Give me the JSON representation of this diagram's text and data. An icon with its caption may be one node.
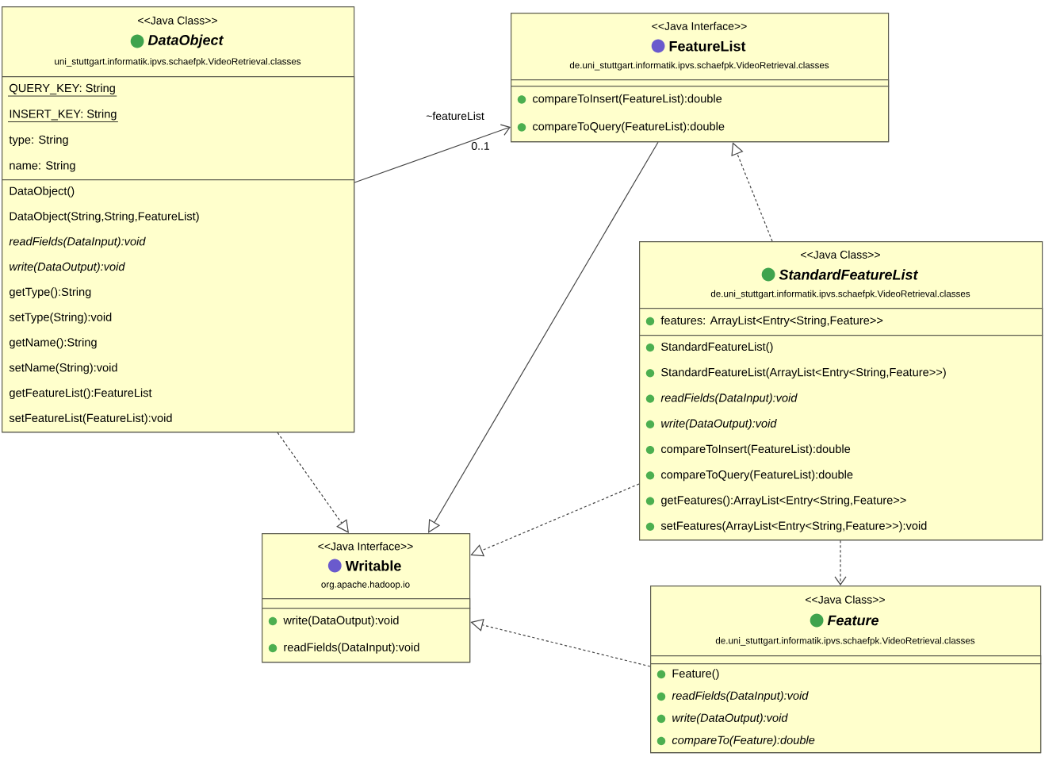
{
  "diagram": {
    "nodes": [
      {
        "text": [
          "<<Java Class>>",
          "DataObject",
          "uni_stuttgart.informatik.ipvs.schaefpk.VideoRetrieval.classes"
        ]
      },
      {
        "text": [
          "QUERY_KEY: String",
          "INSERT_KEY: String",
          "type: String",
          "name: String"
        ],
        "in": 0
      },
      {
        "text": [
          "DataObject()",
          "DataObject(String,String,FeatureList)",
          "readFields(DataInput):void",
          "write(DataOutput):void",
          "getType():String",
          "setType(String):void",
          "getName():String",
          "setName(String):void",
          "getFeatureList():FeatureList",
          "setFeatureList(FeatureList):void"
        ],
        "in": 0
      },
      {
        "text": [
          "<<Java Interface>>",
          "FeatureList",
          "de.uni_stuttgart.informatik.ipvs.schaefpk.VideoRetrieval.classes"
        ]
      },
      {
        "text": [],
        "shape": "box",
        "in": 3
      },
      {
        "text": [
          "compareToInsert(FeatureList):double",
          "compareToQuery(FeatureList):double"
        ],
        "in": 3
      },
      {
        "text": [
          "<<Java Class>>",
          "StandardFeatureList",
          "de.uni_stuttgart.informatik.ipvs.schaefpk.VideoRetrieval.classes"
        ]
      },
      {
        "text": [
          "features: ArrayList<Entry<String,Feature>>"
        ],
        "in": 6
      },
      {
        "text": [
          "StandardFeatureList()",
          "StandardFeatureList(ArrayList<Entry<String,Feature>>)",
          "readFields(DataInput):void",
          "write(DataOutput):void",
          "compareToInsert(FeatureList):double",
          "compareToQuery(FeatureList):double",
          "getFeatures():ArrayList<Entry<String,Feature>>",
          "setFeatures(ArrayList<Entry<String,Feature>>):void"
        ],
        "in": 6
      },
      {
        "text": [
          "<<Java Interface>>",
          "Writable",
          "org.apache.hadoop.io"
        ]
      },
      {
        "text": [],
        "shape": "box",
        "in": 9
      },
      {
        "text": [
          "write(DataOutput):void",
          "readFields(DataInput):void"
        ],
        "in": 9
      },
      {
        "text": [
          "<<Java Class>>",
          "Feature",
          "de.uni_stuttgart.informatik.ipvs.schaefpk.VideoRetrieval.classes"
        ]
      },
      {
        "text": [],
        "shape": "box",
        "in": 12
      },
      {
        "text": [
          "Feature()",
          "readFields(DataInput):void",
          "write(DataOutput):void",
          "compareTo(Feature):double"
        ],
        "in": 12
      }
    ],
    "edges": [
      {
        "from": 0,
        "to": 3,
        "arrow": "to",
        "label": "~featureList"
      },
      {
        "from": 3,
        "to": 9,
        "arrow": "to"
      },
      {
        "from": 0,
        "to": 9,
        "arrow": "to",
        "style": "dashed"
      },
      {
        "from": 6,
        "to": 3,
        "arrow": "to",
        "style": "dashed"
      },
      {
        "from": 6,
        "to": 9,
        "arrow": "to",
        "style": "dashed"
      },
      {
        "from": 6,
        "to": 12,
        "arrow": "to",
        "style": "dashed"
      },
      {
        "from": 12,
        "to": 9,
        "arrow": "to",
        "style": "dashed"
      }
    ],
    "labels": [
      "0..1"
    ]
  }
}
